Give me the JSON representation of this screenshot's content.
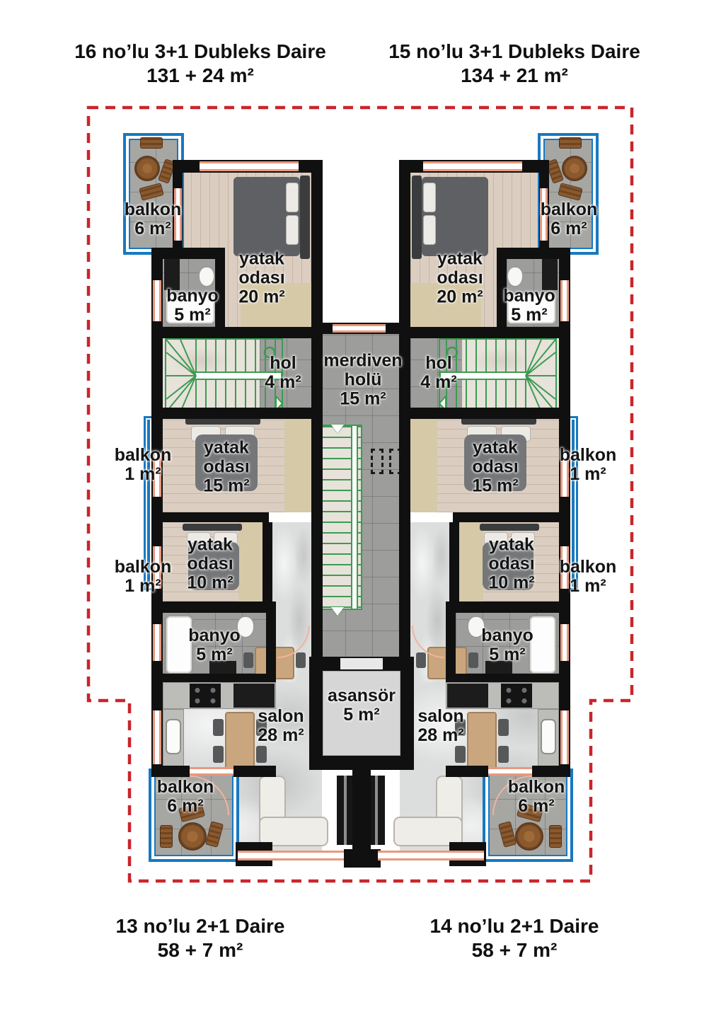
{
  "titles": {
    "u16": {
      "name": "16 no’lu 3+1 Dubleks Daire",
      "area": "131 + 24 m²"
    },
    "u15": {
      "name": "15 no’lu 3+1 Dubleks Daire",
      "area": "134 + 21 m²"
    },
    "u13": {
      "name": "13 no’lu 2+1 Daire",
      "area": "58 + 7 m²"
    },
    "u14": {
      "name": "14 no’lu 2+1 Daire",
      "area": "58 + 7 m²"
    }
  },
  "rooms": {
    "balkon6": {
      "lines": [
        "balkon",
        "6 m²"
      ]
    },
    "balkon1": {
      "lines": [
        "balkon",
        "1 m²"
      ]
    },
    "yatak20": {
      "lines": [
        "yatak",
        "odası",
        "20 m²"
      ]
    },
    "yatak15": {
      "lines": [
        "yatak",
        "odası",
        "15 m²"
      ]
    },
    "yatak10": {
      "lines": [
        "yatak",
        "odası",
        "10 m²"
      ]
    },
    "banyo5": {
      "lines": [
        "banyo",
        "5 m²"
      ]
    },
    "hol4": {
      "lines": [
        "hol",
        "4 m²"
      ]
    },
    "merdiven": {
      "lines": [
        "merdiven",
        "holü",
        "15 m²"
      ]
    },
    "asansor": {
      "lines": [
        "asansör",
        "5 m²"
      ]
    },
    "salon28": {
      "lines": [
        "salon",
        "28 m²"
      ]
    }
  },
  "colors": {
    "boundary_red": "#c9252b",
    "wall_black": "#101010",
    "balcony_blue": "#1878c0",
    "stair_green": "#3c9b52",
    "window_salmon": "#efa68f",
    "wood_floor": "#dbcec1",
    "tile_gray": "#9d9d9b",
    "marble_gray": "#dcdddd",
    "label_text": "#141414"
  }
}
